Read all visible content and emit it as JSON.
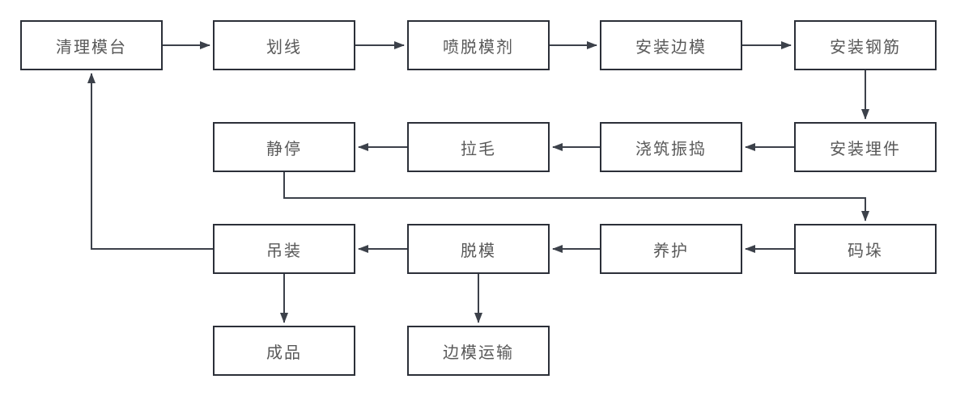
{
  "colors": {
    "node_border": "#2b2f38",
    "node_fill": "#ffffff",
    "text": "#595959",
    "arrow": "#3c414a",
    "background": "#ffffff"
  },
  "nodes": [
    {
      "label": "清理模台"
    },
    {
      "label": "划线"
    },
    {
      "label": "喷脱模剂"
    },
    {
      "label": "安装边模"
    },
    {
      "label": "安装钢筋"
    },
    {
      "label": "静停"
    },
    {
      "label": "拉毛"
    },
    {
      "label": "浇筑振捣"
    },
    {
      "label": "安装埋件"
    },
    {
      "label": "吊装"
    },
    {
      "label": "脱模"
    },
    {
      "label": "养护"
    },
    {
      "label": "码垛"
    },
    {
      "label": "成品"
    },
    {
      "label": "边模运输"
    }
  ],
  "edges": [
    {
      "from": "清理模台",
      "to": "划线"
    },
    {
      "from": "划线",
      "to": "喷脱模剂"
    },
    {
      "from": "喷脱模剂",
      "to": "安装边模"
    },
    {
      "from": "安装边模",
      "to": "安装钢筋"
    },
    {
      "from": "安装钢筋",
      "to": "安装埋件"
    },
    {
      "from": "安装埋件",
      "to": "浇筑振捣"
    },
    {
      "from": "浇筑振捣",
      "to": "拉毛"
    },
    {
      "from": "拉毛",
      "to": "静停"
    },
    {
      "from": "静停",
      "to": "码垛"
    },
    {
      "from": "码垛",
      "to": "养护"
    },
    {
      "from": "养护",
      "to": "脱模"
    },
    {
      "from": "脱模",
      "to": "吊装"
    },
    {
      "from": "吊装",
      "to": "清理模台"
    },
    {
      "from": "吊装",
      "to": "成品"
    },
    {
      "from": "脱模",
      "to": "边模运输"
    }
  ]
}
